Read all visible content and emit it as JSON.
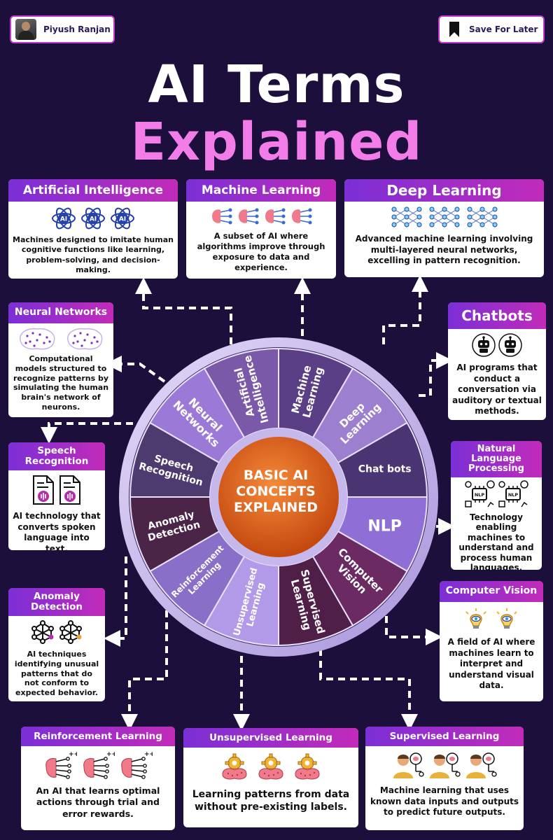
{
  "header": {
    "author": "Piyush Ranjan",
    "save_label": "Save For Later",
    "title_line1": "AI Terms",
    "title_line2": "Explained"
  },
  "center": {
    "line1": "BASIC AI",
    "line2": "CONCEPTS",
    "line3": "EXPLAINED"
  },
  "wheel_segments": [
    {
      "line1": "Artificial",
      "line2": "Intelligence"
    },
    {
      "line1": "Machine",
      "line2": "Learning"
    },
    {
      "line1": "Deep",
      "line2": "Learning"
    },
    {
      "line1": "Chat bots",
      "line2": ""
    },
    {
      "line1": "NLP",
      "line2": ""
    },
    {
      "line1": "Computer",
      "line2": "Vision"
    },
    {
      "line1": "Supervised",
      "line2": "Learning"
    },
    {
      "line1": "Unsupervised",
      "line2": "Learning"
    },
    {
      "line1": "Reinforcement",
      "line2": "Learning"
    },
    {
      "line1": "Anomaly",
      "line2": "Detection"
    },
    {
      "line1": "Speech",
      "line2": "Recognition"
    },
    {
      "line1": "Neural",
      "line2": "Networks"
    }
  ],
  "cards": {
    "ai": {
      "title": "Artificial Intelligence",
      "icon_label": "AI",
      "desc": "Machines designed to imitate human cognitive functions like learning, problem-solving, and decision-making."
    },
    "ml": {
      "title": "Machine Learning",
      "desc": "A subset of AI where algorithms improve through exposure to data and experience."
    },
    "dl": {
      "title": "Deep Learning",
      "desc": "Advanced machine learning involving multi-layered neural networks, excelling in pattern recognition."
    },
    "nn": {
      "title": "Neural Networks",
      "desc": "Computational models structured to recognize patterns by simulating the human brain's network of neurons."
    },
    "chat": {
      "title": "Chatbots",
      "desc": "AI programs that conduct a conversation via auditory or textual methods."
    },
    "speech": {
      "title": "Speech Recognition",
      "desc": "AI technology that converts spoken language into text."
    },
    "nlp": {
      "title": "Natural Language Processing",
      "icon_label": "NLP",
      "desc": "Technology enabling machines to understand and process human languages."
    },
    "anomaly": {
      "title": "Anomaly Detection",
      "desc": "AI techniques identifying unusual patterns that do not conform to expected behavior."
    },
    "cv": {
      "title": "Computer Vision",
      "desc": "A field of AI where machines learn to interpret and understand visual data."
    },
    "rl": {
      "title": "Reinforcement Learning",
      "icon_label": "++",
      "desc": "An AI that learns optimal actions through trial and error rewards."
    },
    "ul": {
      "title": "Unsupervised Learning",
      "desc": "Learning patterns from data without pre-existing labels."
    },
    "sl": {
      "title": "Supervised Learning",
      "desc": "Machine learning that uses known data inputs and outputs to predict future outputs."
    }
  },
  "colors": {
    "background": "#1c0f3b",
    "accent_pink": "#f37de8",
    "header_gradient_start": "#7b2fd6",
    "header_gradient_end": "#c22bb9",
    "center_orange": "#e0641c",
    "ring": "#c7b8ec"
  },
  "icons": [
    "bookmark-icon",
    "atom-ai-icon",
    "brain-network-icon",
    "neural-layers-icon",
    "brain-dots-icon",
    "robot-icon",
    "audio-document-icon",
    "nlp-chip-icon",
    "network-nodes-icon",
    "lightbulb-eye-icon",
    "brain-plus-icon",
    "brain-gears-icon",
    "person-brain-icon"
  ]
}
